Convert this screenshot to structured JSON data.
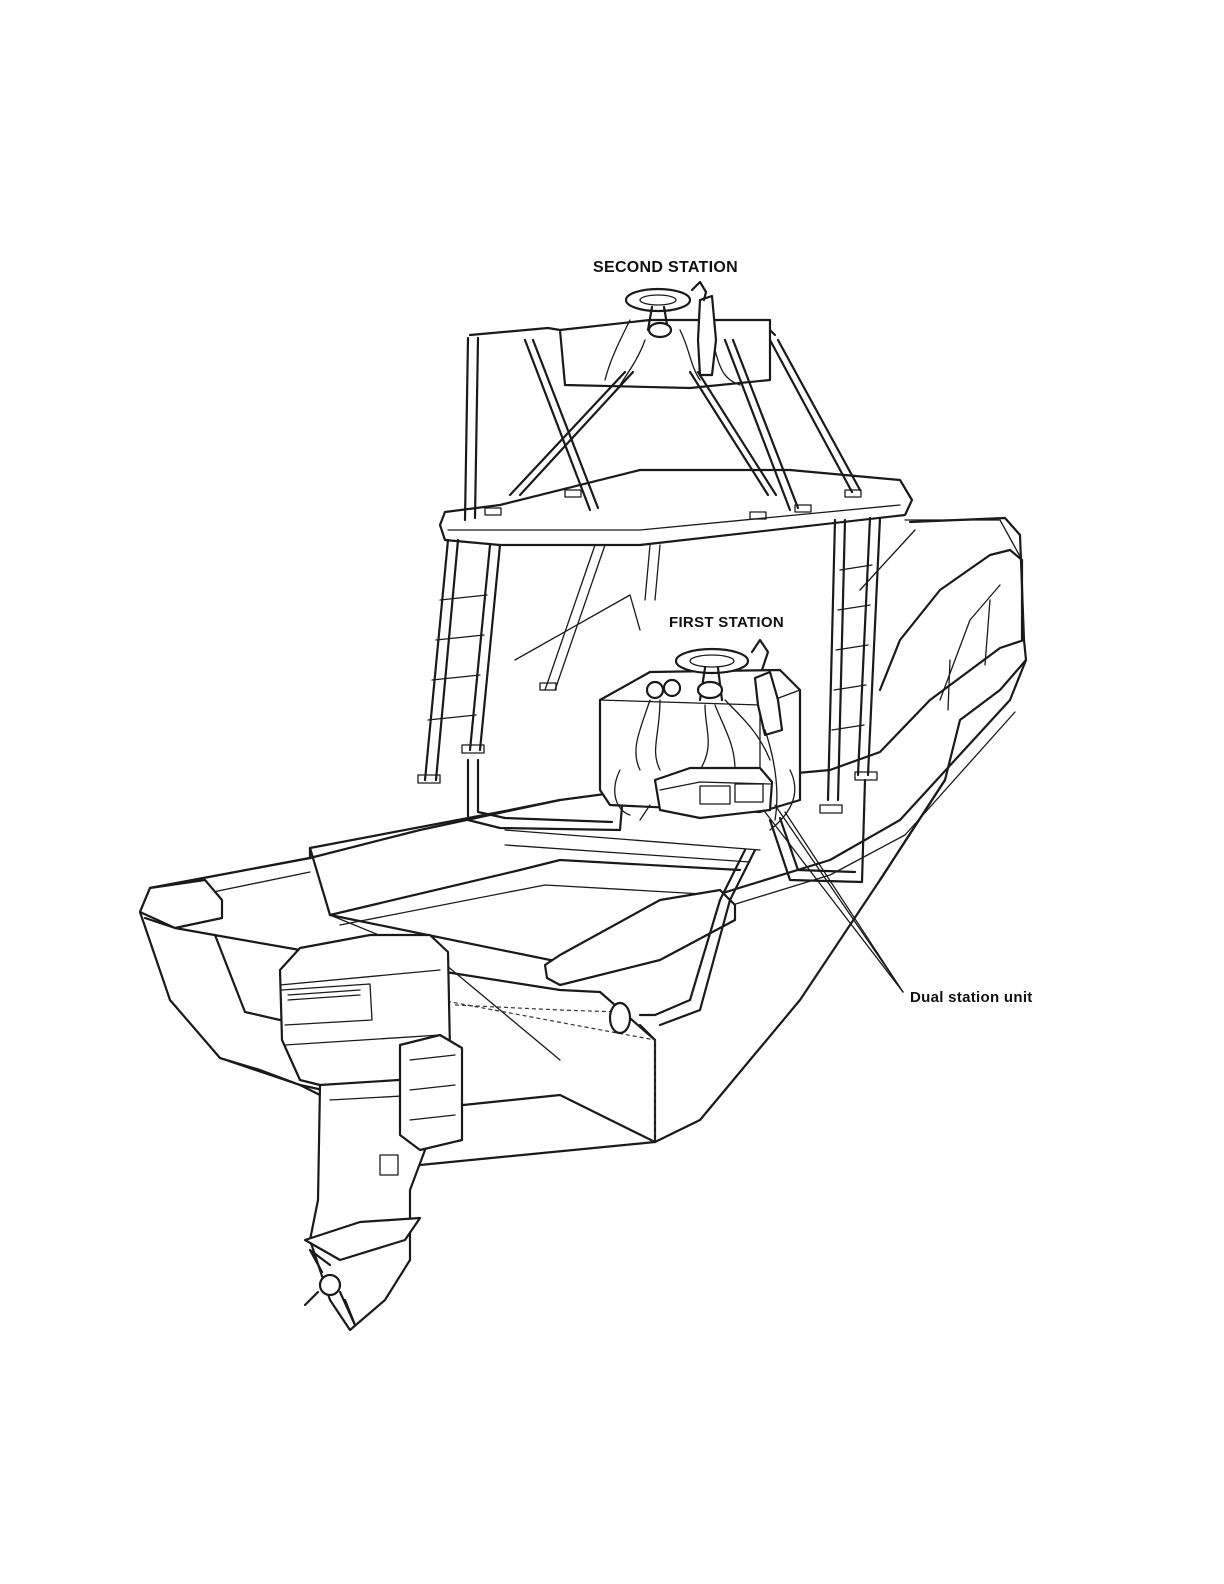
{
  "labels": {
    "second_station": "SECOND STATION",
    "first_station": "FIRST STATION",
    "dual_station_unit": "Dual station unit"
  },
  "colors": {
    "background": "#ffffff",
    "ink": "#1a1a1a"
  }
}
